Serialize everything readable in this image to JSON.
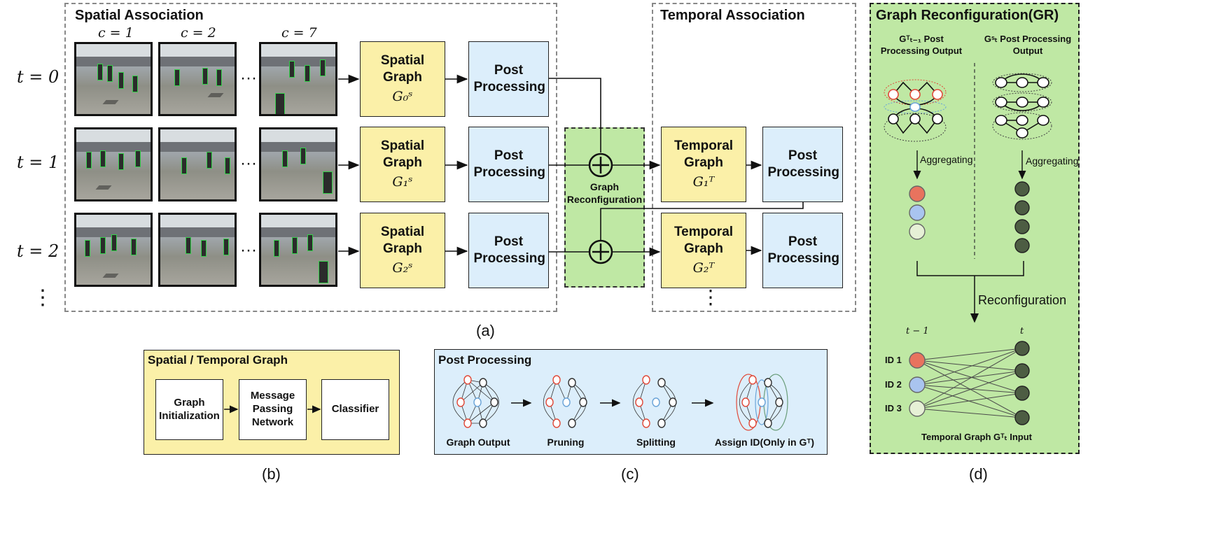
{
  "caption_a": "(a)",
  "caption_b": "(b)",
  "caption_c": "(c)",
  "caption_d": "(d)",
  "spatial": {
    "title": "Spatial Association",
    "camera_labels": [
      "c = 1",
      "c = 2",
      "c = 7"
    ],
    "ellipsis": "···",
    "graph_title": "Spatial Graph",
    "graph_labels": [
      "G₀ˢ",
      "G₁ˢ",
      "G₂ˢ"
    ],
    "post_label": "Post Processing"
  },
  "time_labels": [
    "t = 0",
    "t = 1",
    "t = 2"
  ],
  "time_more": "⋮",
  "gr_middle": {
    "label": "Graph Reconfiguration"
  },
  "temporal": {
    "title": "Temporal Association",
    "graph_title": "Temporal Graph",
    "graph_labels": [
      "G₁ᵀ",
      "G₂ᵀ"
    ],
    "post_label": "Post Processing",
    "more": "⋮"
  },
  "st_graph": {
    "title": "Spatial / Temporal Graph",
    "steps": [
      "Graph Initialization",
      "Message Passing Network",
      "Classifier"
    ]
  },
  "post_proc": {
    "title": "Post Processing",
    "steps": [
      "Graph Output",
      "Pruning",
      "Splitting",
      "Assign ID(Only in  Gᵀ)"
    ]
  },
  "gr_panel": {
    "title": "Graph Reconfiguration(GR)",
    "left_header": "Gᵀₜ₋₁ Post Processing Output",
    "right_header": "Gˢₜ Post Processing Output",
    "aggregating": "Aggregating",
    "reconfiguration": "Reconfiguration",
    "t_prev": "t − 1",
    "t_cur": "t",
    "ids": [
      "ID 1",
      "ID 2",
      "ID 3"
    ],
    "footer": "Temporal Graph Gᵀₜ Input"
  },
  "colors": {
    "yellow": "#fbf0a8",
    "blue": "#dceefb",
    "green": "#bfe8a4",
    "red_node": "#e8735e",
    "blue_node": "#a9c4ef",
    "light_node": "#e6f0d6",
    "dark_node": "#4d5d43"
  }
}
